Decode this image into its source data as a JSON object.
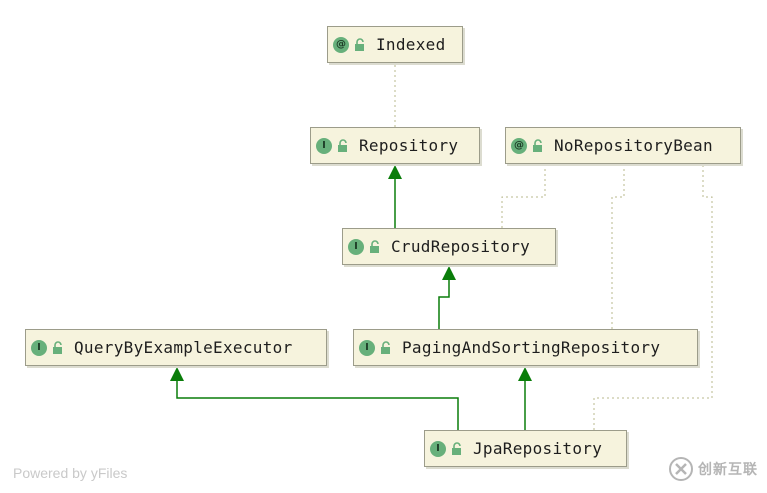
{
  "nodes": {
    "indexed": {
      "label": "Indexed",
      "badge": "@"
    },
    "repository": {
      "label": "Repository",
      "badge": "I"
    },
    "no_repository_bean": {
      "label": "NoRepositoryBean",
      "badge": "@"
    },
    "crud_repository": {
      "label": "CrudRepository",
      "badge": "I"
    },
    "query_by_example_executor": {
      "label": "QueryByExampleExecutor",
      "badge": "I"
    },
    "paging_and_sorting_repository": {
      "label": "PagingAndSortingRepository",
      "badge": "I"
    },
    "jpa_repository": {
      "label": "JpaRepository",
      "badge": "I"
    }
  },
  "watermark": "Powered by yFiles",
  "logo_text": "创新互联",
  "colors": {
    "inherit_edge": "#0a7d0a",
    "annotation_edge": "#b8b88e",
    "node_bg": "#f6f3dd",
    "badge": "#67b07b"
  }
}
